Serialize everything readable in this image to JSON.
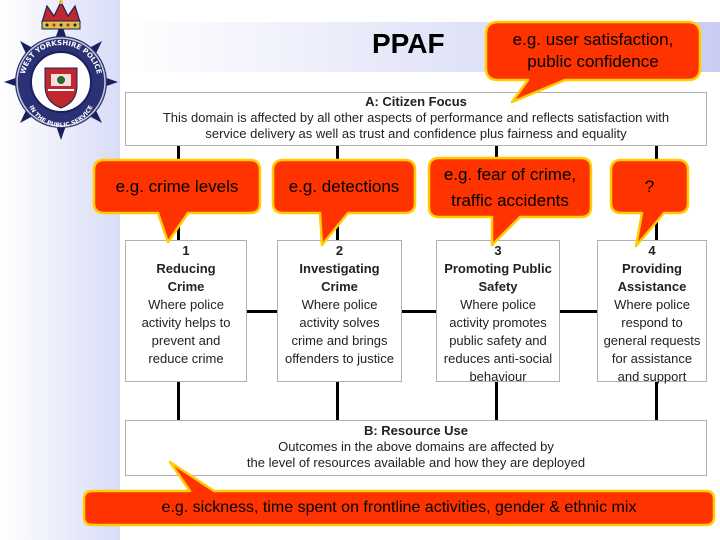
{
  "title": "PPAF",
  "domain_a": {
    "heading": "A: Citizen Focus",
    "line1": "This domain is affected by all other aspects of performance and reflects satisfaction with",
    "line2": "service delivery as well as trust and confidence plus fairness and equality"
  },
  "domains": [
    {
      "number": "1",
      "name_l1": "Reducing",
      "name_l2": "Crime",
      "desc": [
        "Where police",
        "activity helps to",
        "prevent and",
        "reduce crime"
      ]
    },
    {
      "number": "2",
      "name_l1": "Investigating",
      "name_l2": "Crime",
      "desc": [
        "Where police",
        "activity solves",
        "crime and brings",
        "offenders to justice"
      ]
    },
    {
      "number": "3",
      "name_l1": "Promoting Public",
      "name_l2": "Safety",
      "desc": [
        "Where police",
        "activity promotes",
        "public safety and",
        "reduces anti-social",
        "behaviour"
      ]
    },
    {
      "number": "4",
      "name_l1": "Providing",
      "name_l2": "Assistance",
      "desc": [
        "Where police",
        "respond to",
        "general requests",
        "for assistance",
        "and support"
      ]
    }
  ],
  "domain_b": {
    "heading": "B: Resource Use",
    "line1": "Outcomes in the above domains are affected by",
    "line2": "the level of resources available and how they are deployed"
  },
  "callouts": {
    "citizen": [
      "e.g. user satisfaction,",
      "public confidence"
    ],
    "d1": "e.g. crime levels",
    "d2": "e.g. detections",
    "d3": [
      "e.g. fear of crime,",
      "traffic accidents"
    ],
    "d4": "?",
    "resource": "e.g. sickness, time spent on frontline activities, gender & ethnic mix"
  },
  "colors": {
    "callout_fill": "#ff3300",
    "callout_border": "#ffcc00",
    "callout_text": "#000000",
    "connector": "#000000",
    "box_border": "#b0b0b0"
  },
  "logo": {
    "icon": "west-yorkshire-police-crest-icon",
    "ring_text_top": "WEST YORKSHIRE POLICE",
    "ring_text_bottom": "IN THE PUBLIC SERVICE"
  }
}
